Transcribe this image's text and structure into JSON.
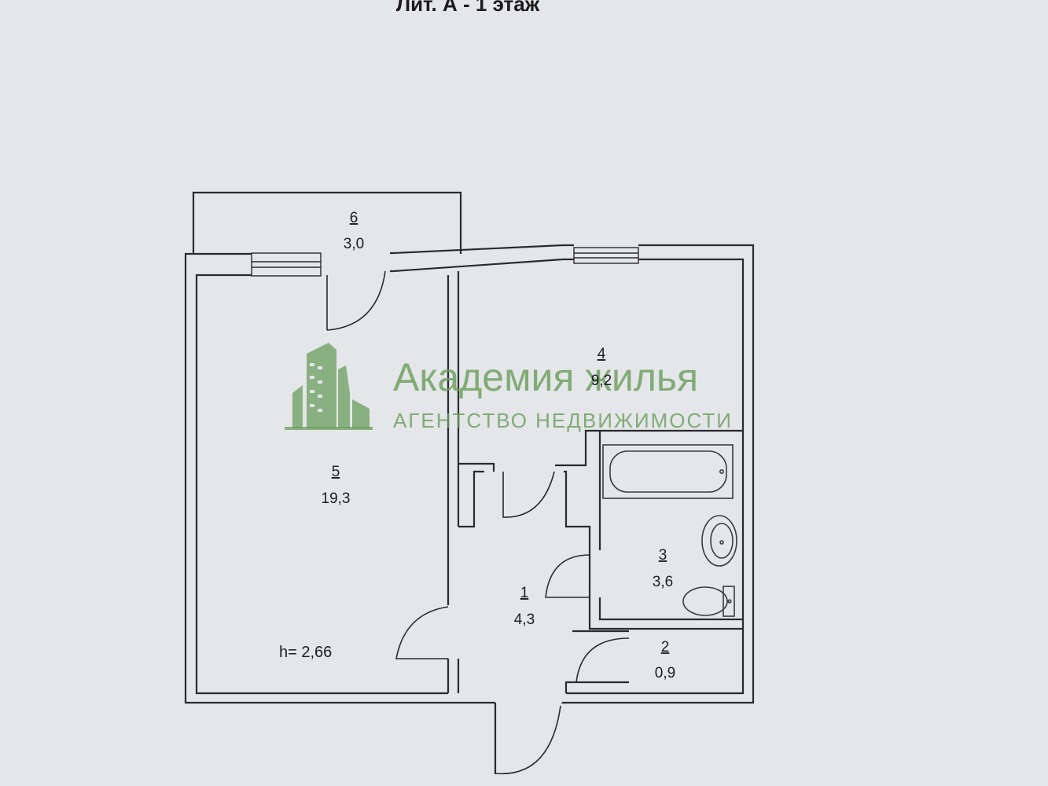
{
  "header": {
    "title": "Лит. А - 1 этаж"
  },
  "watermark": {
    "name": "Академия жилья",
    "subtitle": "АГЕНТСТВО НЕДВИЖИМОСТИ",
    "logo_icon": "building-logo-icon",
    "color": "#6b9e5c"
  },
  "rooms": [
    {
      "number": "1",
      "area": "4,3"
    },
    {
      "number": "2",
      "area": "0,9"
    },
    {
      "number": "3",
      "area": "3,6"
    },
    {
      "number": "4",
      "area": "9,2"
    },
    {
      "number": "5",
      "area": "19,3"
    },
    {
      "number": "6",
      "area": "3,0"
    }
  ],
  "ceiling_height": "h= 2,66"
}
